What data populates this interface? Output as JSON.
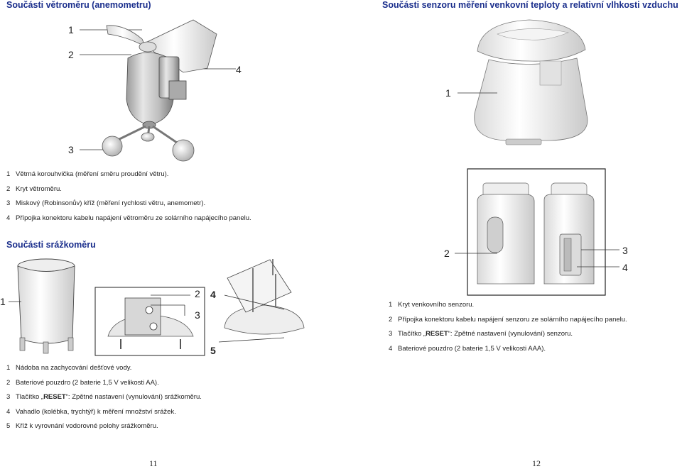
{
  "left": {
    "anemometer_title": "Součásti větroměru (anemometru)",
    "anemometer_callouts": [
      "1",
      "2",
      "3",
      "4"
    ],
    "anemometer_legend": [
      {
        "n": "1",
        "text": "Větrná korouhvička (měření směru proudění větru)."
      },
      {
        "n": "2",
        "text": "Kryt větroměru."
      },
      {
        "n": "3",
        "text": "Miskový (Robinsonův) kříž (měření rychlosti větru, anemometr)."
      },
      {
        "n": "4",
        "text": "Přípojka konektoru kabelu napájení větroměru ze solárního napájecího panelu."
      }
    ],
    "rain_title": "Součásti srážkoměru",
    "rain_callouts": [
      "1",
      "2",
      "3",
      "4",
      "5"
    ],
    "rain_legend": [
      {
        "n": "1",
        "text": "Nádoba na zachycování dešťové vody."
      },
      {
        "n": "2",
        "text": "Bateriové pouzdro (2 baterie 1,5 V velikosti AA)."
      },
      {
        "n": "3",
        "pre": "Tlačítko „",
        "bold": "RESET",
        "post": "“:  Zpětné nastavení (vynulování) srážkoměru."
      },
      {
        "n": "4",
        "text": "Vahadlo (kolébka, trychtýř) k měření množství srážek."
      },
      {
        "n": "5",
        "text": "Kříž k vyrovnání vodorovné polohy srážkoměru."
      }
    ],
    "page_number": "11"
  },
  "right": {
    "sensor_title": "Součásti senzoru měření venkovní teploty a relativní vlhkosti vzduchu",
    "sensor_callouts": [
      "1",
      "2",
      "3",
      "4"
    ],
    "sensor_legend": [
      {
        "n": "1",
        "text": "Kryt venkovního senzoru."
      },
      {
        "n": "2",
        "text": "Přípojka konektoru kabelu napájení senzoru ze solárního napájecího panelu."
      },
      {
        "n": "3",
        "pre": "Tlačítko „",
        "bold": "RESET",
        "post": "“: Zpětné nastavení (vynulování) senzoru."
      },
      {
        "n": "4",
        "text": "Bateriové pouzdro (2 baterie 1,5 V velikosti AAA)."
      }
    ],
    "page_number": "12"
  }
}
